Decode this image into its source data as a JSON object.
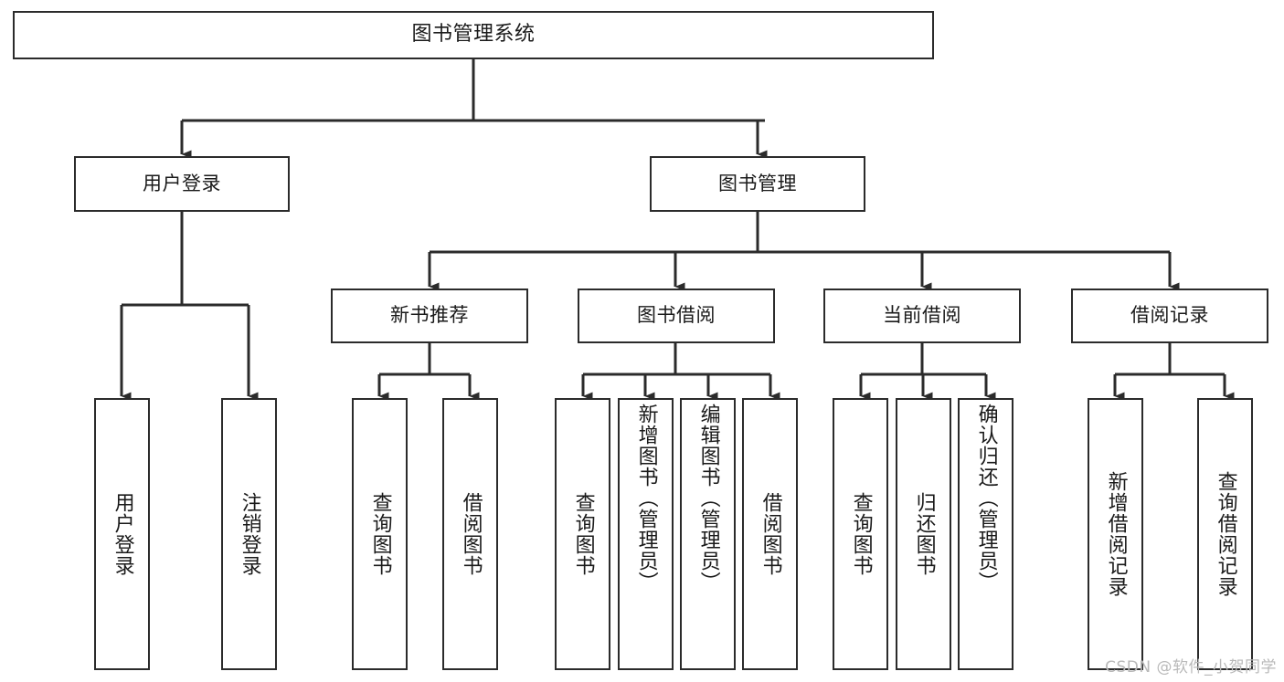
{
  "diagram": {
    "title": "图书管理系统",
    "type": "tree-hierarchy",
    "watermark": "CSDN @软件_小贺同学",
    "colors": {
      "box_border": "#2b2b2b",
      "box_fill": "#ffffff",
      "edge": "#2b2b2b",
      "text": "#1a1a1a",
      "watermark": "#b9b9b9"
    }
  },
  "nodes": {
    "root": {
      "label": "图书管理系统"
    },
    "level2": [
      {
        "label": "用户登录"
      },
      {
        "label": "图书管理"
      }
    ],
    "level3": [
      {
        "label": "新书推荐"
      },
      {
        "label": "图书借阅"
      },
      {
        "label": "当前借阅"
      },
      {
        "label": "借阅记录"
      }
    ],
    "leaves": {
      "user_login": [
        {
          "label": "用户登录"
        },
        {
          "label": "注销登录"
        }
      ],
      "new_book_recommend": [
        {
          "label": "查询图书"
        },
        {
          "label": "借阅图书"
        }
      ],
      "book_borrow": [
        {
          "label": "查询图书"
        },
        {
          "label": "新增图书（管理员）"
        },
        {
          "label": "编辑图书（管理员）"
        },
        {
          "label": "借阅图书"
        }
      ],
      "current_borrow": [
        {
          "label": "查询图书"
        },
        {
          "label": "归还图书"
        },
        {
          "label": "确认归还（管理员）"
        }
      ],
      "borrow_record": [
        {
          "label": "新增借阅记录"
        },
        {
          "label": "查询借阅记录"
        }
      ]
    }
  }
}
